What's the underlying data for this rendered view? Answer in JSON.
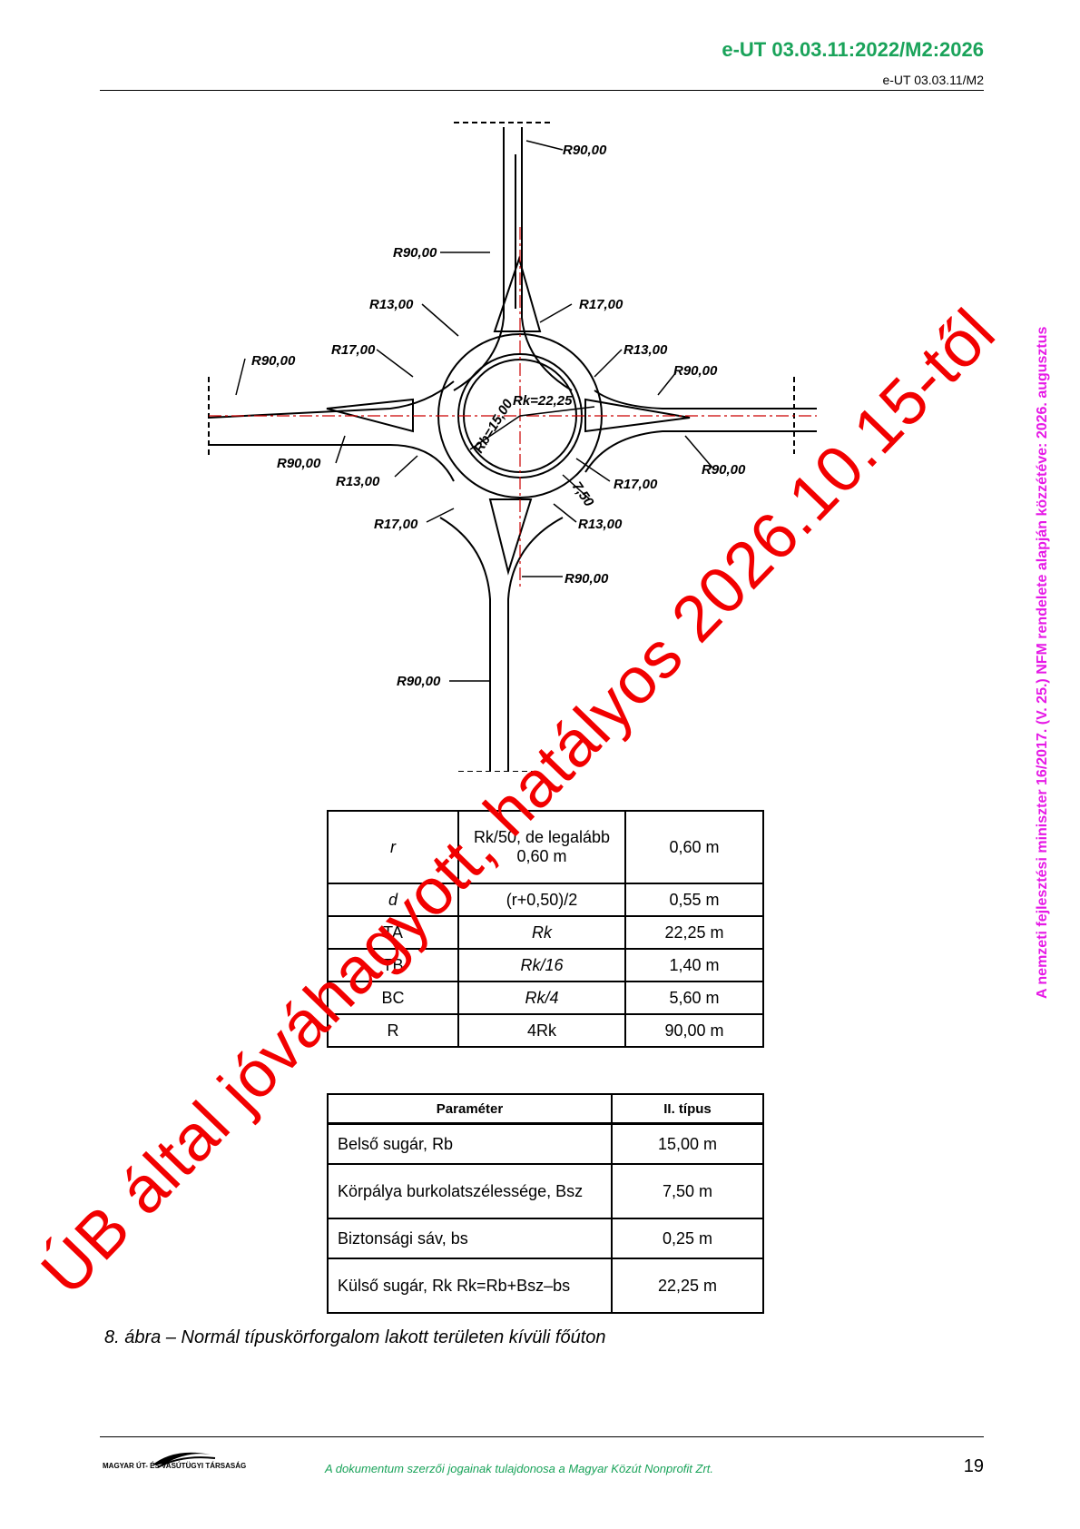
{
  "header": {
    "title": "e-UT 03.03.11:2022/M2:2026",
    "subtitle": "e-UT 03.03.11/M2"
  },
  "diagram": {
    "labels": {
      "top_r90_right": "R90,00",
      "top_r90_left": "R90,00",
      "n_r13": "R13,00",
      "n_r17": "R17,00",
      "w_r17": "R17,00",
      "e_r13": "R13,00",
      "w_r90": "R90,00",
      "e_r90": "R90,00",
      "rk": "Rk=22,25",
      "rb": "Rb=15,00",
      "sw_r90": "R90,00",
      "sw_r13": "R13,00",
      "se_r17": "R17,00",
      "se_r90": "R90,00",
      "width": "7,50",
      "s_r17": "R17,00",
      "s_r13": "R13,00",
      "s_r90_right": "R90,00",
      "s_r90_left": "R90,00"
    }
  },
  "table1": {
    "rows": [
      [
        "r",
        "Rk/50, de legalább 0,60 m",
        "0,60 m"
      ],
      [
        "d",
        "(r+0,50)/2",
        "0,55 m"
      ],
      [
        "TA",
        "Rk",
        "22,25 m"
      ],
      [
        "TB",
        "Rk/16",
        "1,40 m"
      ],
      [
        "BC",
        "Rk/4",
        "5,60 m"
      ],
      [
        "R",
        "4Rk",
        "90,00 m"
      ]
    ]
  },
  "table2": {
    "headers": [
      "Paraméter",
      "II. típus"
    ],
    "rows": [
      [
        "Belső sugár, Rb",
        "15,00 m"
      ],
      [
        "Körpálya burkolatszélessége, Bsz",
        "7,50 m"
      ],
      [
        "Biztonsági sáv, bs",
        "0,25 m"
      ],
      [
        "Külső sugár, Rk Rk=Rb+Bsz–bs",
        "22,25 m"
      ]
    ]
  },
  "caption": "8. ábra – Normál típuskörforgalom lakott területen kívüli főúton",
  "footer": {
    "org": "MAGYAR ÚT- ÉS VASÚTÜGYI TÁRSASÁG",
    "copyright": "A dokumentum szerzői jogainak tulajdonosa a Magyar Közút Nonprofit Zrt.",
    "page": "19"
  },
  "side_note": "A nemzeti fejlesztési miniszter 16/2017. (V. 25.) NFM rendelete alapján közzétéve: 2026. augusztus",
  "stamp": "ÚB által jóváhagyott, hatályos 2026.10.15-től",
  "colors": {
    "header_green": "#1aa35a",
    "side_magenta": "#e619e6",
    "stamp_red": "#f20000",
    "axis_red": "#cc0000"
  }
}
